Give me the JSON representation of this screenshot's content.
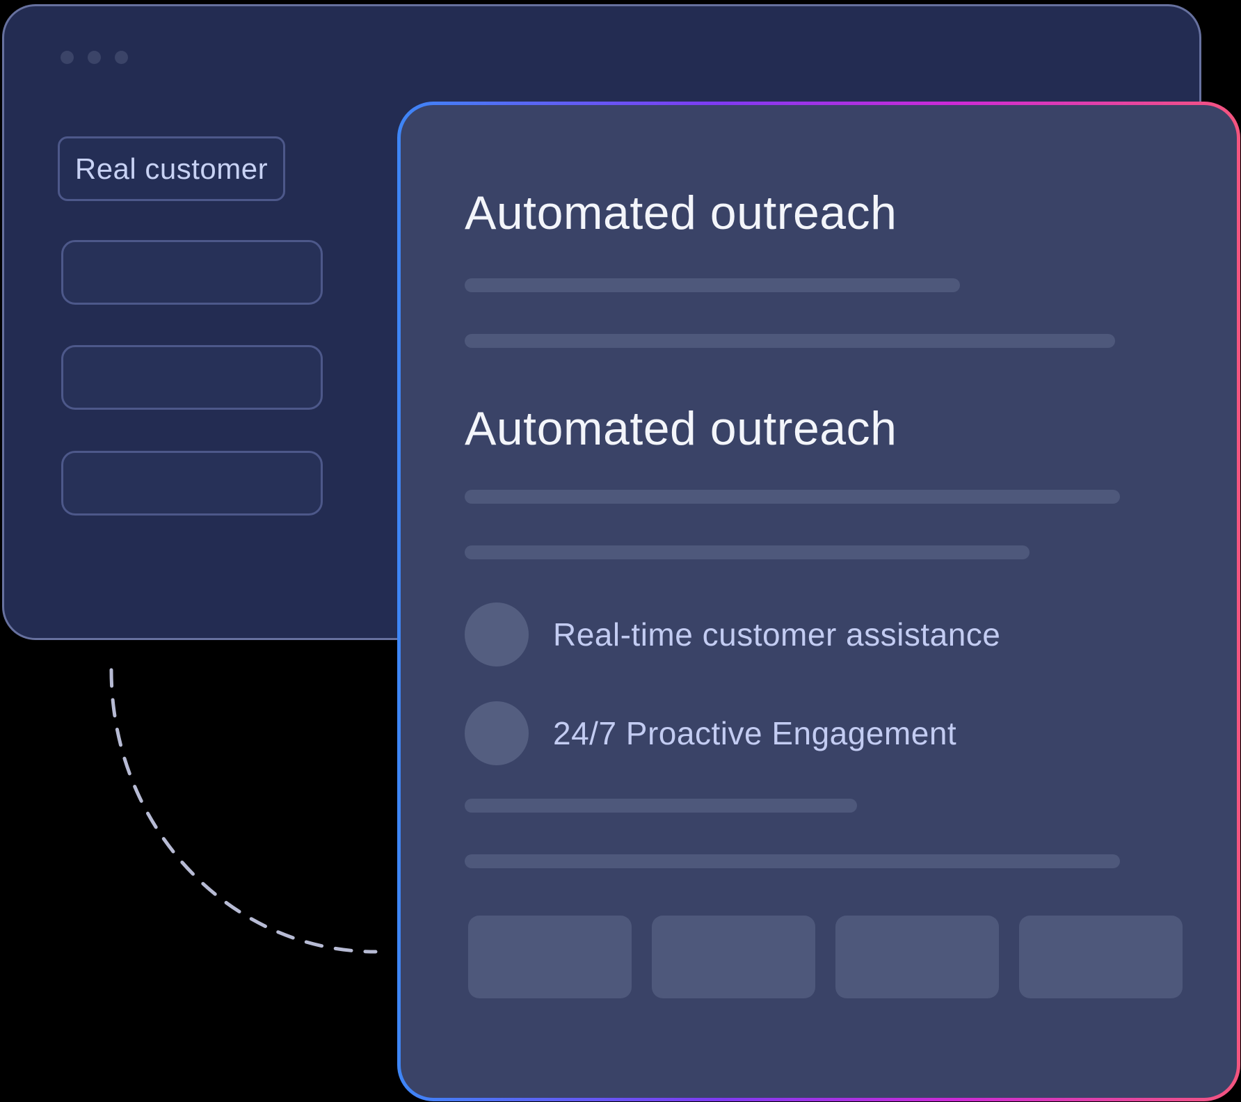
{
  "background_window": {
    "window_dots": 3,
    "chip": {
      "label": "Real customer"
    },
    "placeholder_field_count": 3
  },
  "foreground_window": {
    "section1": {
      "heading": "Automated outreach"
    },
    "section2": {
      "heading": "Automated outreach"
    },
    "features": [
      {
        "label": "Real-time customer assistance"
      },
      {
        "label": "24/7 Proactive Engagement"
      }
    ],
    "action_button_count": 4
  },
  "colors": {
    "canvas_bg": "#000000",
    "back_window_bg": "#232c52",
    "back_window_border": "#67719f",
    "field_border": "#4d588a",
    "field_bg": "#273158",
    "front_window_bg": "#3a4367",
    "skeleton_bar": "#4e587b",
    "bullet_circle": "#545e80",
    "heading_text": "#f3f5fa",
    "feature_text": "#c3ccf2",
    "chip_text": "#c8d2f4",
    "dash_stroke": "#b7bbd4",
    "dot_color": "#3b4468",
    "border_gradient": [
      "#3e86f6",
      "#7e3bf2",
      "#cc2ad6",
      "#f4557e"
    ]
  }
}
